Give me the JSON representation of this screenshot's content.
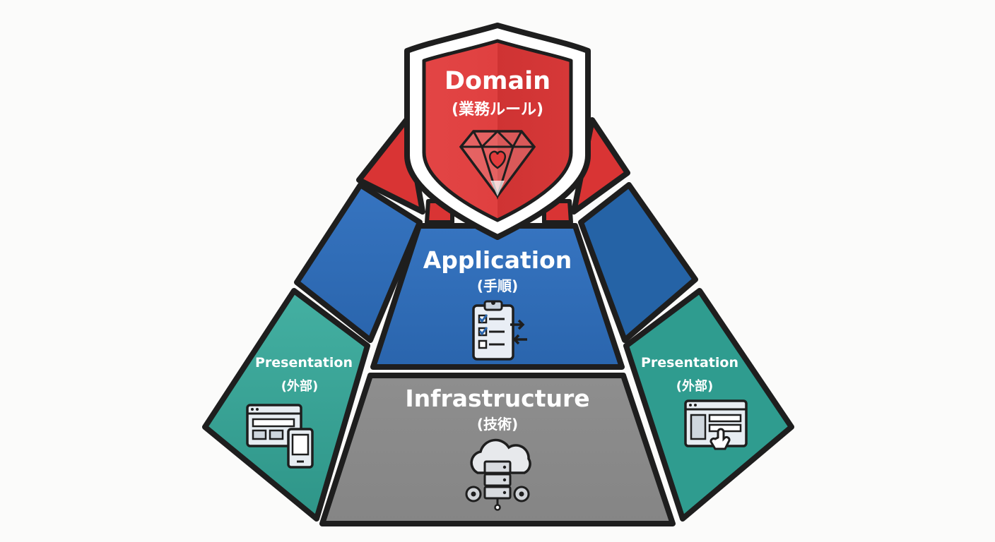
{
  "layers": {
    "domain": {
      "title": "Domain",
      "subtitle": "(業務ルール)",
      "icon": "heart-gem-icon"
    },
    "application": {
      "title": "Application",
      "subtitle": "(手順)",
      "icon": "checklist-clipboard-icon"
    },
    "infrastructure": {
      "title": "Infrastructure",
      "subtitle": "(技術)",
      "icon": "cloud-server-gears-icon"
    },
    "presentation_left": {
      "title": "Presentation",
      "subtitle": "(外部)",
      "icon": "web-mobile-devices-icon"
    },
    "presentation_right": {
      "title": "Presentation",
      "subtitle": "(外部)",
      "icon": "web-form-click-icon"
    }
  },
  "colors": {
    "domain": "#dc3a3a",
    "application": "#2e6fb8",
    "infrastructure": "#8a8a8a",
    "presentation": "#3aa59a",
    "outline": "#1e1e1e",
    "background": "#fbfbfa"
  }
}
